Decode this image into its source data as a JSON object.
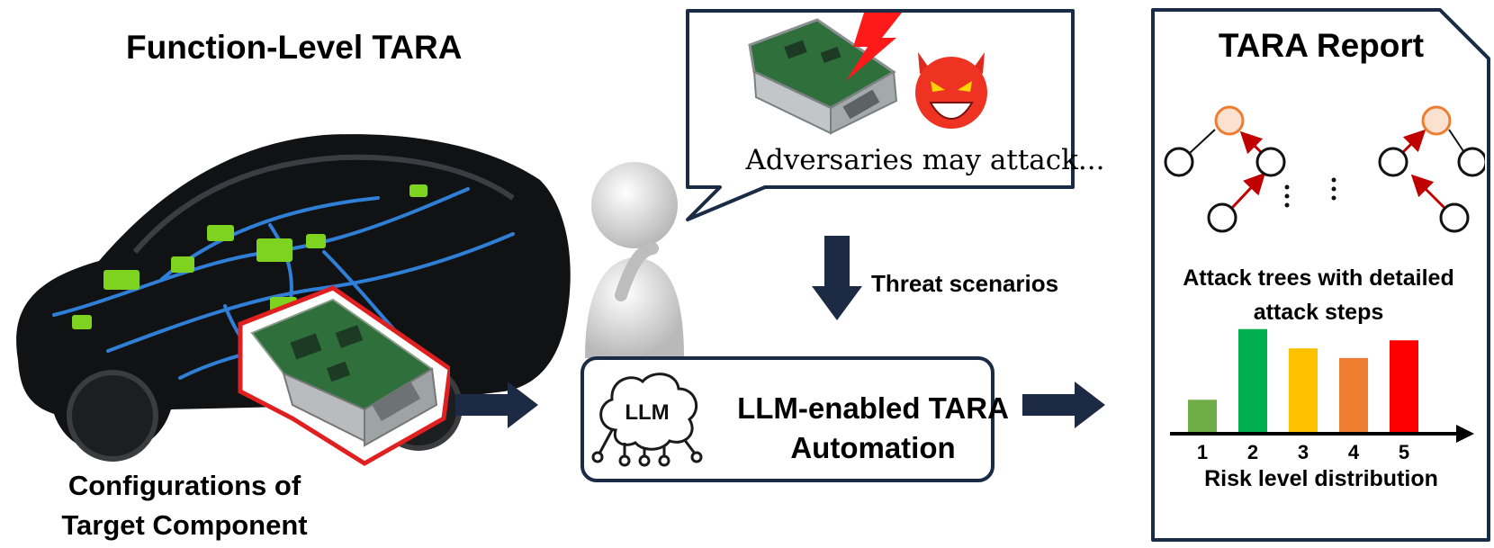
{
  "left": {
    "title": "Function-Level TARA",
    "config_line1": "Configurations of",
    "config_line2": "Target Component"
  },
  "middle": {
    "bubble_text": "Adversaries may attack...",
    "threat_label": "Threat scenarios",
    "llm_chip": "LLM",
    "llm_line1": "LLM-enabled TARA",
    "llm_line2": "Automation"
  },
  "report": {
    "title": "TARA Report",
    "trees_line1": "Attack trees with detailed",
    "trees_line2": "attack steps",
    "risk_label": "Risk level distribution"
  },
  "chart_data": {
    "type": "bar",
    "categories": [
      "1",
      "2",
      "3",
      "4",
      "5"
    ],
    "values": [
      1.0,
      3.2,
      2.6,
      2.3,
      2.85
    ],
    "ylim": [
      0,
      3.5
    ],
    "colors": [
      "#70ad47",
      "#00b050",
      "#ffc000",
      "#ed7d31",
      "#ff0000"
    ],
    "xlabel": "Risk level distribution"
  },
  "colors": {
    "box_border": "#1a2b45",
    "arrow": "#1c2a44",
    "tree_edge": "#c00000",
    "root_node_fill": "#fbe1cf",
    "root_node_stroke": "#ed7d31"
  }
}
